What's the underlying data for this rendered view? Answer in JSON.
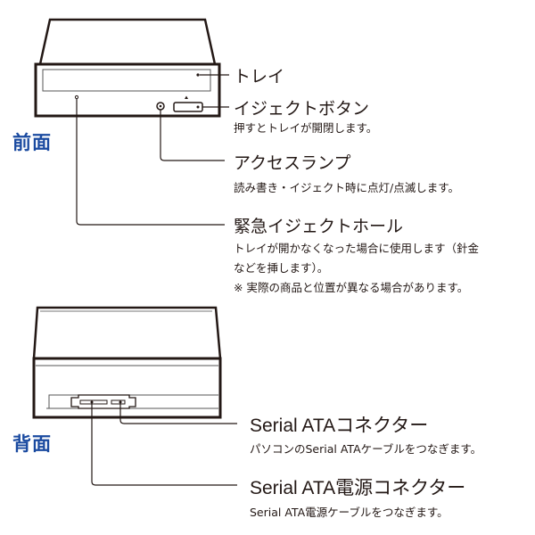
{
  "front": {
    "section_label": "前面",
    "callouts": [
      {
        "id": "tray",
        "title": "トレイ",
        "description": []
      },
      {
        "id": "eject-button",
        "title": "イジェクトボタン",
        "description": [
          "押すとトレイが開閉します。"
        ]
      },
      {
        "id": "access-lamp",
        "title": "アクセスランプ",
        "description": [
          "読み書き・イジェクト時に点灯/点滅します。"
        ]
      },
      {
        "id": "emergency-eject-hole",
        "title": "緊急イジェクトホール",
        "description": [
          "トレイが開かなくなった場合に使用します（針金",
          "などを挿します）。",
          "※ 実際の商品と位置が異なる場合があります。"
        ]
      }
    ]
  },
  "back": {
    "section_label": "背面",
    "callouts": [
      {
        "id": "sata-connector",
        "title": "Serial ATAコネクター",
        "description": [
          "パソコンのSerial ATAケーブルをつなぎます。"
        ]
      },
      {
        "id": "sata-power-connector",
        "title": "Serial ATA電源コネクター",
        "description": [
          "Serial ATA電源ケーブルをつなぎます。"
        ]
      }
    ]
  },
  "colors": {
    "section_label": "#1a4aa0",
    "line": "#231815",
    "text": "#231815"
  }
}
